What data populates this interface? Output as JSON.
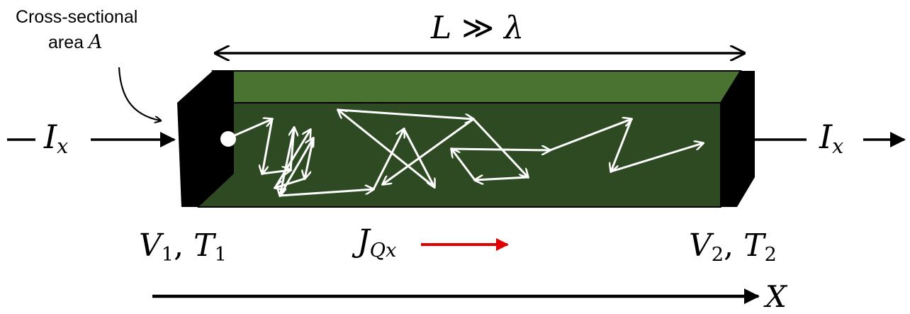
{
  "area_label": {
    "line1": "Cross-sectional",
    "line2": "area",
    "symbol": "A"
  },
  "length_label": {
    "L": "L",
    "relation": "≫",
    "lambda": "λ"
  },
  "current": {
    "symbol": "I",
    "subscript": "x"
  },
  "left_end": {
    "V": "V",
    "V_sub": "1",
    "sep": ",",
    "T": "T",
    "T_sub": "1"
  },
  "right_end": {
    "V": "V",
    "V_sub": "2",
    "sep": ",",
    "T": "T",
    "T_sub": "2"
  },
  "heat_flux": {
    "J": "J",
    "sub_Q": "Q",
    "sub_x": "x"
  },
  "axis_label": "X",
  "colors": {
    "bar_top": "#4a7230",
    "bar_front": "#2d4a22",
    "end_caps": "#000000",
    "trajectory": "#ffffff",
    "heat_arrow": "#e00000"
  },
  "icons": {
    "particle": "circle-dot",
    "arrows": "arrow-right"
  }
}
